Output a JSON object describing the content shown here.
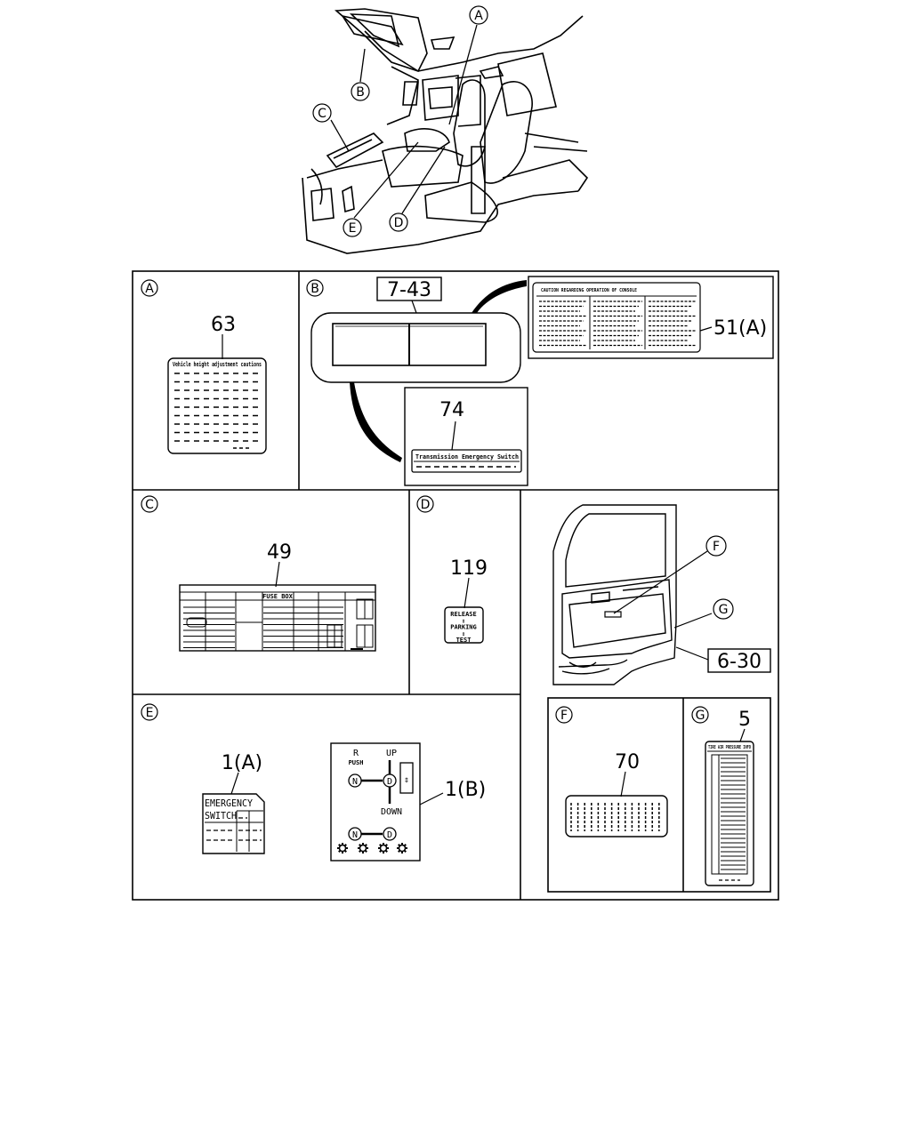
{
  "overview": {
    "callouts": [
      "A",
      "B",
      "C",
      "D",
      "E"
    ]
  },
  "panels": {
    "A": {
      "letter": "A",
      "part": "63",
      "label_title": "Vehicle height adjustment cautions"
    },
    "B": {
      "letter": "B",
      "part_main": "7-43",
      "part_caution": "51(A)",
      "caution_title": "CAUTION REGARDING OPERATION OF CONSOLE",
      "part_switch": "74",
      "switch_title": "Transmission Emergency Switch"
    },
    "C": {
      "letter": "C",
      "part": "49",
      "label_title": "FUSE BOX"
    },
    "D": {
      "letter": "D",
      "part": "119",
      "lines": [
        "RELEASE",
        "⇕",
        "PARKING",
        "⇕",
        "TEST"
      ]
    },
    "door": {
      "callout_f": "F",
      "callout_g": "G",
      "part": "6-30"
    },
    "E": {
      "letter": "E",
      "part_a": "1(A)",
      "emergency_line1": "EMERGENCY",
      "emergency_line2": "SWITCH",
      "part_b": "1(B)",
      "r": "R",
      "push": "PUSH",
      "up": "UP",
      "down": "DOWN",
      "n": "N",
      "d": "D"
    },
    "F": {
      "letter": "F",
      "part": "70"
    },
    "G": {
      "letter": "G",
      "part": "5",
      "label_title": "TIRE AIR PRESSURE INFO"
    }
  }
}
